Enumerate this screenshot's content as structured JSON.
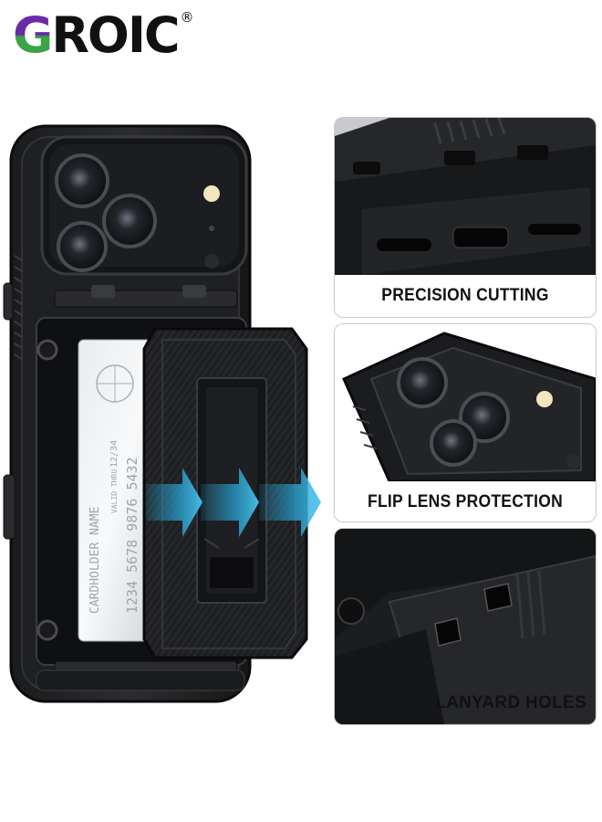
{
  "brand": {
    "logo_first_letter": "G",
    "logo_rest": "ROIC",
    "registered_mark": "®",
    "colors": {
      "purple": "#6b2aa6",
      "green": "#3aa447",
      "black": "#111111"
    }
  },
  "product": {
    "card_text_holder": "CARDHOLDER NAME",
    "card_text_number": "1234 5678 9876 5432",
    "card_text_valid": "VALID THRU",
    "card_text_date": "12/34",
    "arrow_color": "#2aa6d6"
  },
  "features": [
    {
      "label": "PRECISION CUTTING"
    },
    {
      "label": "FLIP LENS PROTECTION"
    },
    {
      "label": "LANYARD HOLES"
    }
  ]
}
